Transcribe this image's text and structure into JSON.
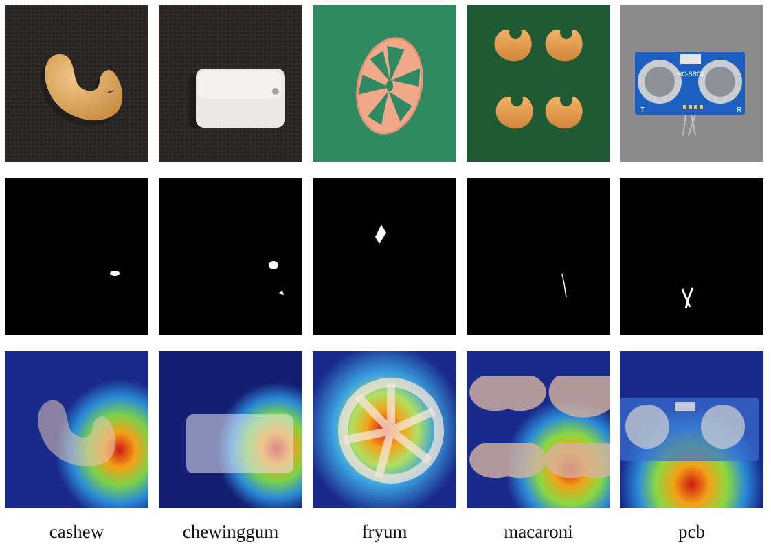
{
  "rows": [
    "photo",
    "ground-truth-mask",
    "heatmap-overlay"
  ],
  "columns": [
    {
      "label": "cashew"
    },
    {
      "label": "chewinggum"
    },
    {
      "label": "fryum"
    },
    {
      "label": "macaroni"
    },
    {
      "label": "pcb"
    }
  ],
  "pcb_text": {
    "model": "HC-SR04",
    "left_mark": "T",
    "right_mark": "R"
  },
  "colors": {
    "dark_background": "#272421",
    "green_background": "#2f8a62",
    "dark_green_background": "#1f5a35",
    "gray_background": "#8c8c8c",
    "heat_low": "#1a2a8a",
    "heat_high": "#d01a10"
  }
}
